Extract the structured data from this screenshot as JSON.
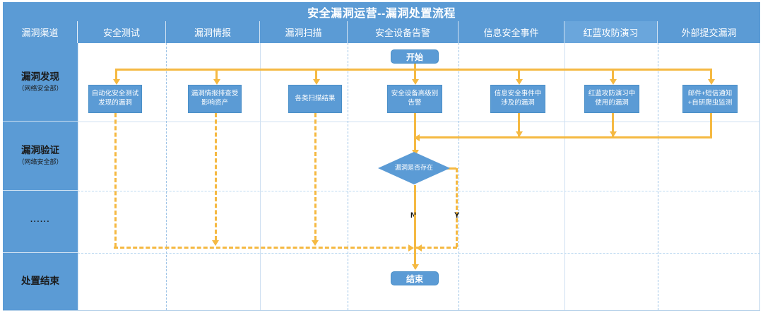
{
  "title": "安全漏洞运营--漏洞处置流程",
  "colors": {
    "header_blue": "#5B9BD5",
    "box_blue": "#5B9BD5",
    "connector_yellow": "#F5B942",
    "grid_blue": "#cfe0f1"
  },
  "columns": [
    {
      "label": "漏洞渠道",
      "key": "channel"
    },
    {
      "label": "安全测试",
      "key": "sec-test"
    },
    {
      "label": "漏洞情报",
      "key": "vuln-intel"
    },
    {
      "label": "漏洞扫描",
      "key": "vuln-scan"
    },
    {
      "label": "安全设备告警",
      "key": "device-alert"
    },
    {
      "label": "信息安全事件",
      "key": "infosec-event"
    },
    {
      "label": "红蓝攻防演习",
      "key": "red-blue"
    },
    {
      "label": "外部提交漏洞",
      "key": "external-submit"
    }
  ],
  "lanes": [
    {
      "title": "漏洞发现",
      "sub": "（网络安全部）"
    },
    {
      "title": "漏洞验证",
      "sub": "（网络安全部）"
    },
    {
      "title": "······",
      "sub": ""
    },
    {
      "title": "处置结束",
      "sub": ""
    }
  ],
  "nodes": {
    "start": "开始",
    "end": "结束",
    "decision": "漏洞是否存在",
    "sources": [
      {
        "key": "sec-test",
        "text": "自动化安全测试发现的漏洞"
      },
      {
        "key": "vuln-intel",
        "text": "漏洞情报排查受影响资产"
      },
      {
        "key": "vuln-scan",
        "text": "各类扫描结果"
      },
      {
        "key": "device-alert",
        "text": "安全设备高级别告警"
      },
      {
        "key": "infosec-event",
        "text": "信息安全事件中涉及的漏洞"
      },
      {
        "key": "red-blue",
        "text": "红蓝攻防演习中使用的漏洞"
      },
      {
        "key": "external-submit",
        "text": "邮件+短信通知+自研爬虫监测"
      }
    ]
  },
  "branch_labels": {
    "no": "N",
    "yes": "Y"
  }
}
